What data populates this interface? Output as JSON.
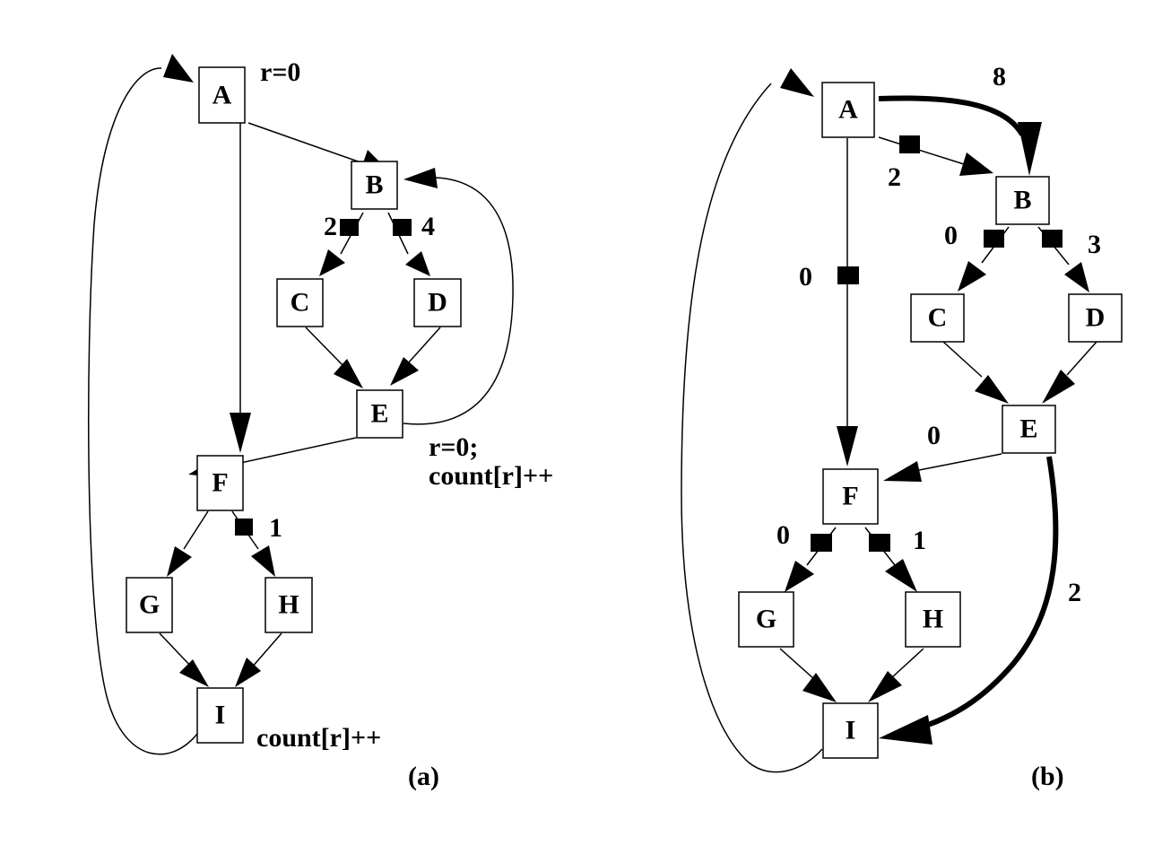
{
  "figures": [
    {
      "id": "a",
      "caption": "(a)",
      "nodes": [
        "A",
        "B",
        "C",
        "D",
        "E",
        "F",
        "G",
        "H",
        "I"
      ],
      "edges": [
        {
          "from": "A",
          "to": "B"
        },
        {
          "from": "A",
          "to": "F"
        },
        {
          "from": "B",
          "to": "C",
          "marker": true,
          "label": "2"
        },
        {
          "from": "B",
          "to": "D",
          "marker": true,
          "label": "4"
        },
        {
          "from": "C",
          "to": "E"
        },
        {
          "from": "D",
          "to": "E"
        },
        {
          "from": "E",
          "to": "B",
          "back": true
        },
        {
          "from": "E",
          "to": "F"
        },
        {
          "from": "F",
          "to": "G"
        },
        {
          "from": "F",
          "to": "H",
          "marker": true,
          "label": "1"
        },
        {
          "from": "G",
          "to": "I"
        },
        {
          "from": "H",
          "to": "I"
        },
        {
          "from": "I",
          "to": "A",
          "back": true
        }
      ],
      "annotations": {
        "A": "r=0",
        "E_line1": "r=0;",
        "E_line2": "count[r]++",
        "I": "count[r]++"
      }
    },
    {
      "id": "b",
      "caption": "(b)",
      "nodes": [
        "A",
        "B",
        "C",
        "D",
        "E",
        "F",
        "G",
        "H",
        "I"
      ],
      "edges": [
        {
          "from": "A",
          "to": "B",
          "marker": true,
          "label": "2"
        },
        {
          "from": "A",
          "to": "B",
          "thick": true,
          "label": "8"
        },
        {
          "from": "A",
          "to": "F",
          "marker": true,
          "label": "0"
        },
        {
          "from": "B",
          "to": "C",
          "marker": true,
          "label": "0"
        },
        {
          "from": "B",
          "to": "D",
          "marker": true,
          "label": "3"
        },
        {
          "from": "C",
          "to": "E"
        },
        {
          "from": "D",
          "to": "E"
        },
        {
          "from": "E",
          "to": "F",
          "label": "0"
        },
        {
          "from": "E",
          "to": "I",
          "thick": true,
          "label": "2"
        },
        {
          "from": "F",
          "to": "G",
          "marker": true,
          "label": "0"
        },
        {
          "from": "F",
          "to": "H",
          "marker": true,
          "label": "1"
        },
        {
          "from": "G",
          "to": "I"
        },
        {
          "from": "H",
          "to": "I"
        },
        {
          "from": "I",
          "to": "A",
          "back": true
        }
      ]
    }
  ]
}
